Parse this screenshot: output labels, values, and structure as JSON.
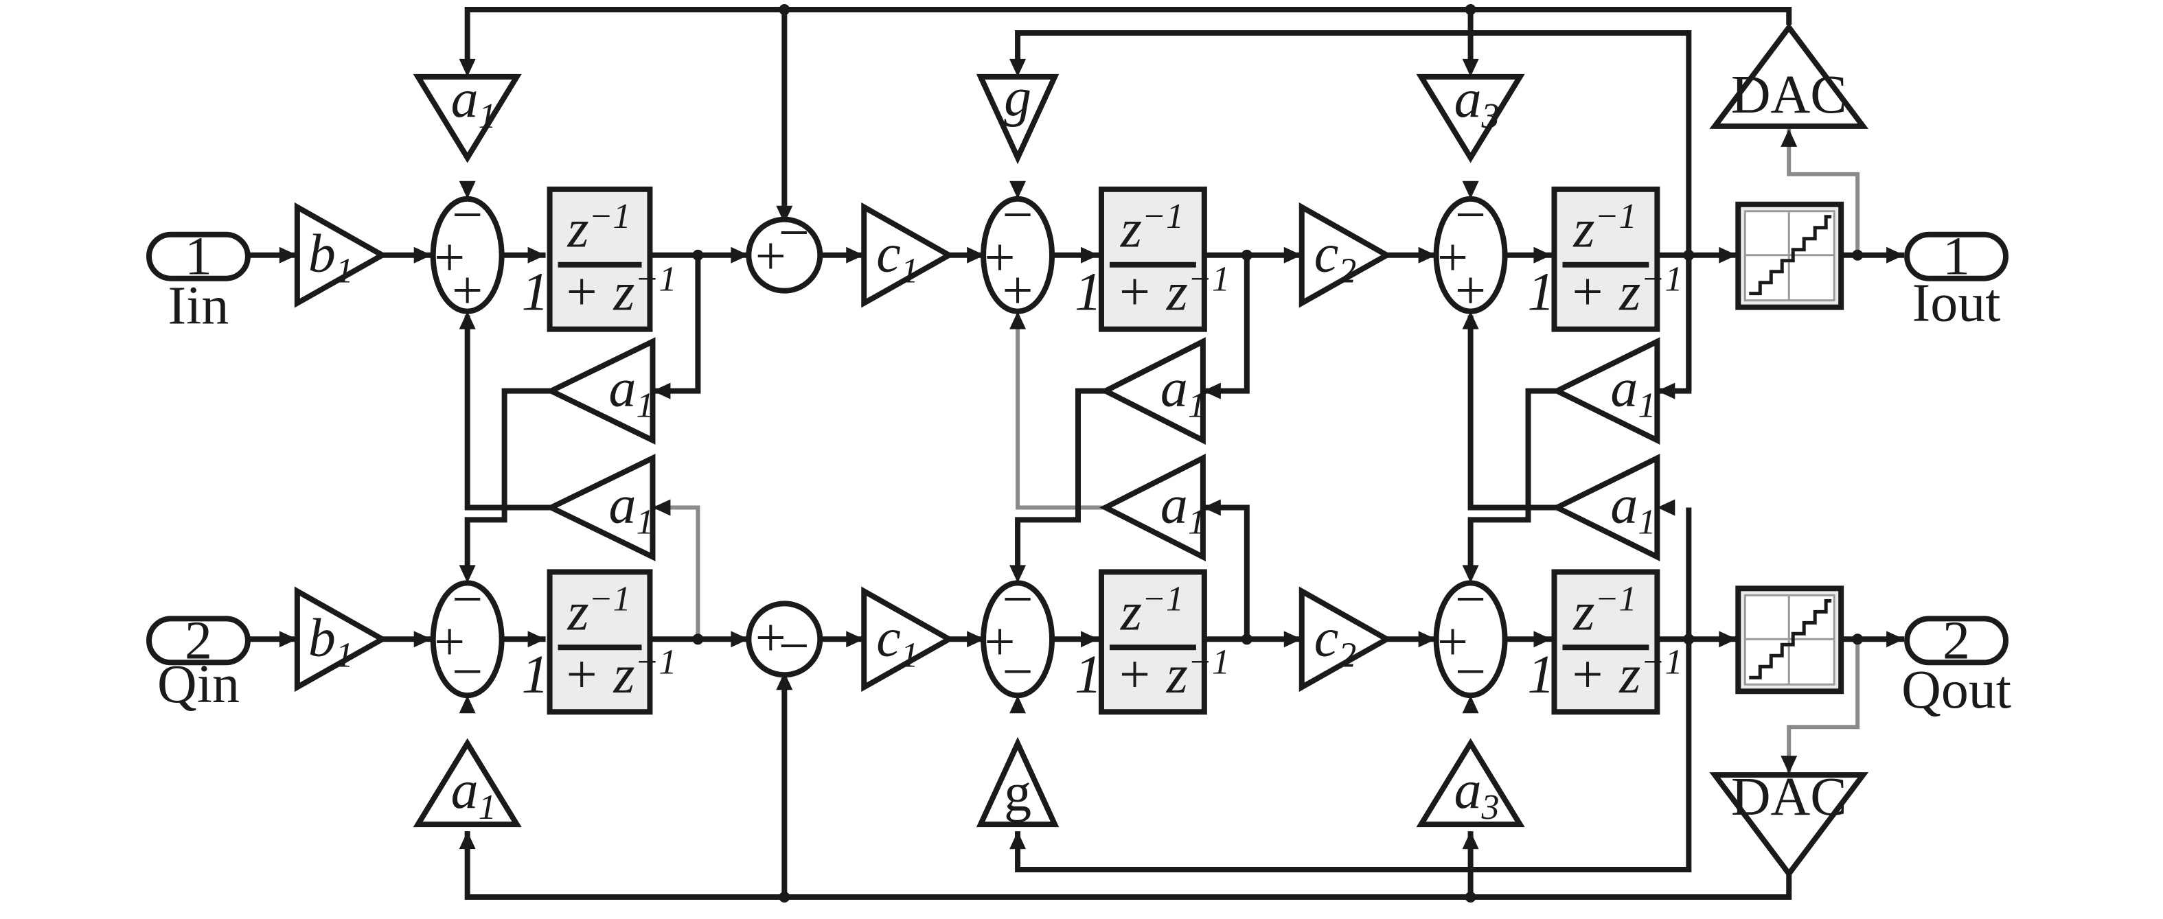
{
  "ports": {
    "in1": {
      "num": "1",
      "name": "Iin"
    },
    "in2": {
      "num": "2",
      "name": "Qin"
    },
    "out1": {
      "num": "1",
      "name": "Iout"
    },
    "out2": {
      "num": "2",
      "name": "Qout"
    }
  },
  "gains": {
    "b1": {
      "main": "b",
      "sub": "1"
    },
    "a1": {
      "main": "a",
      "sub": "1"
    },
    "a3": {
      "main": "a",
      "sub": "3"
    },
    "c1": {
      "main": "c",
      "sub": "1"
    },
    "c2": {
      "main": "c",
      "sub": "2"
    },
    "g_top": "g",
    "g_bottom": "g"
  },
  "integrator": {
    "num": "z",
    "num_exp": "−1",
    "den": "1 + z",
    "den_exp": "−1"
  },
  "dac": "DAC",
  "signs": {
    "plus": "+",
    "minus": "−"
  }
}
